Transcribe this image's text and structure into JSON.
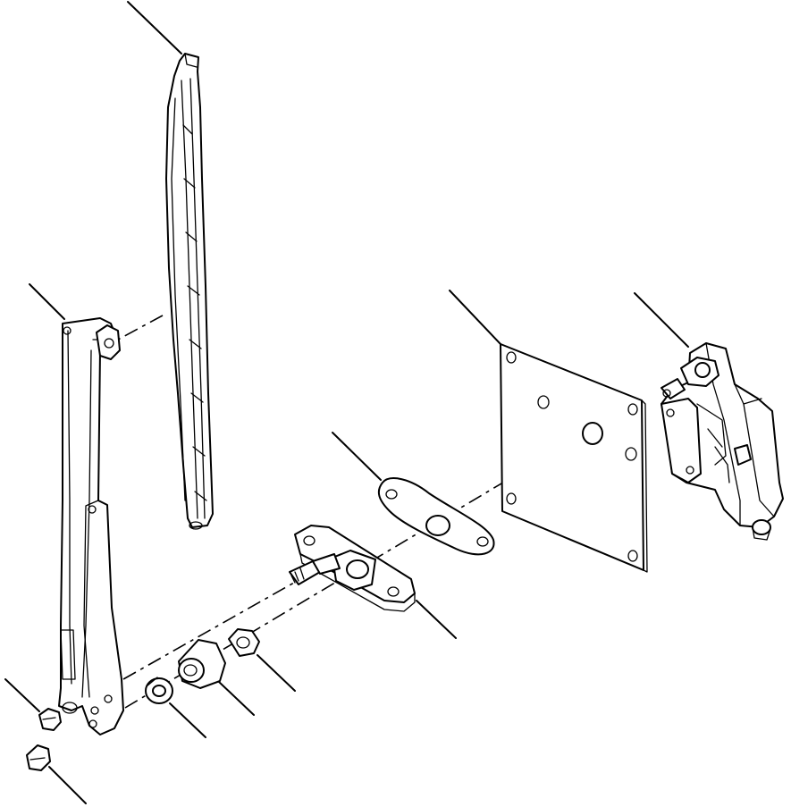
{
  "diagram": {
    "parts": [
      {
        "id": "wiper-blade"
      },
      {
        "id": "wiper-arm"
      },
      {
        "id": "cap-nut-upper"
      },
      {
        "id": "cap-nut-lower"
      },
      {
        "id": "washer"
      },
      {
        "id": "bushing"
      },
      {
        "id": "hex-nut"
      },
      {
        "id": "pivot-shaft-bracket"
      },
      {
        "id": "gasket"
      },
      {
        "id": "mounting-plate"
      },
      {
        "id": "wiper-motor"
      }
    ],
    "colors": {
      "line": "#000000",
      "background": "#ffffff"
    }
  }
}
